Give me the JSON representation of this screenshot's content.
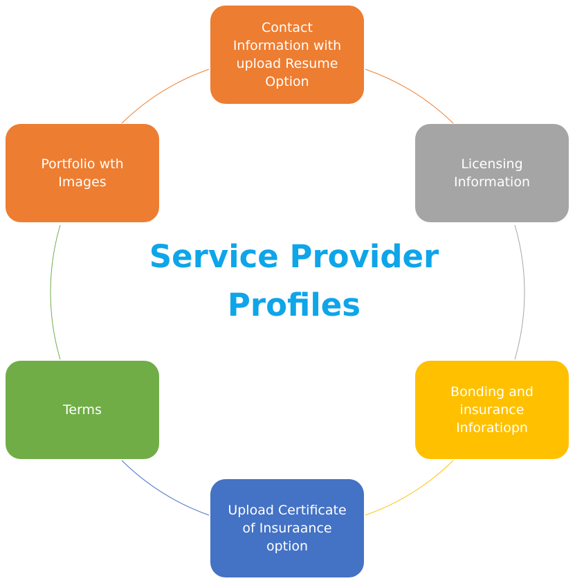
{
  "diagram": {
    "title": "Service Provider\nProfiles",
    "title_color": "#0ea5e9",
    "nodes": [
      {
        "label": "Contact\nInformation with\nupload Resume\nOption",
        "color": "#ed7d31"
      },
      {
        "label": "Licensing\nInformation",
        "color": "#a5a5a5"
      },
      {
        "label": "Bonding and\ninsurance\nInforatiopn",
        "color": "#ffc000"
      },
      {
        "label": "Upload Certificate\nof Insuraance\noption",
        "color": "#4472c4"
      },
      {
        "label": "Terms",
        "color": "#70ad47"
      },
      {
        "label": "Portfolio wth\nImages",
        "color": "#ed7d31"
      }
    ]
  }
}
